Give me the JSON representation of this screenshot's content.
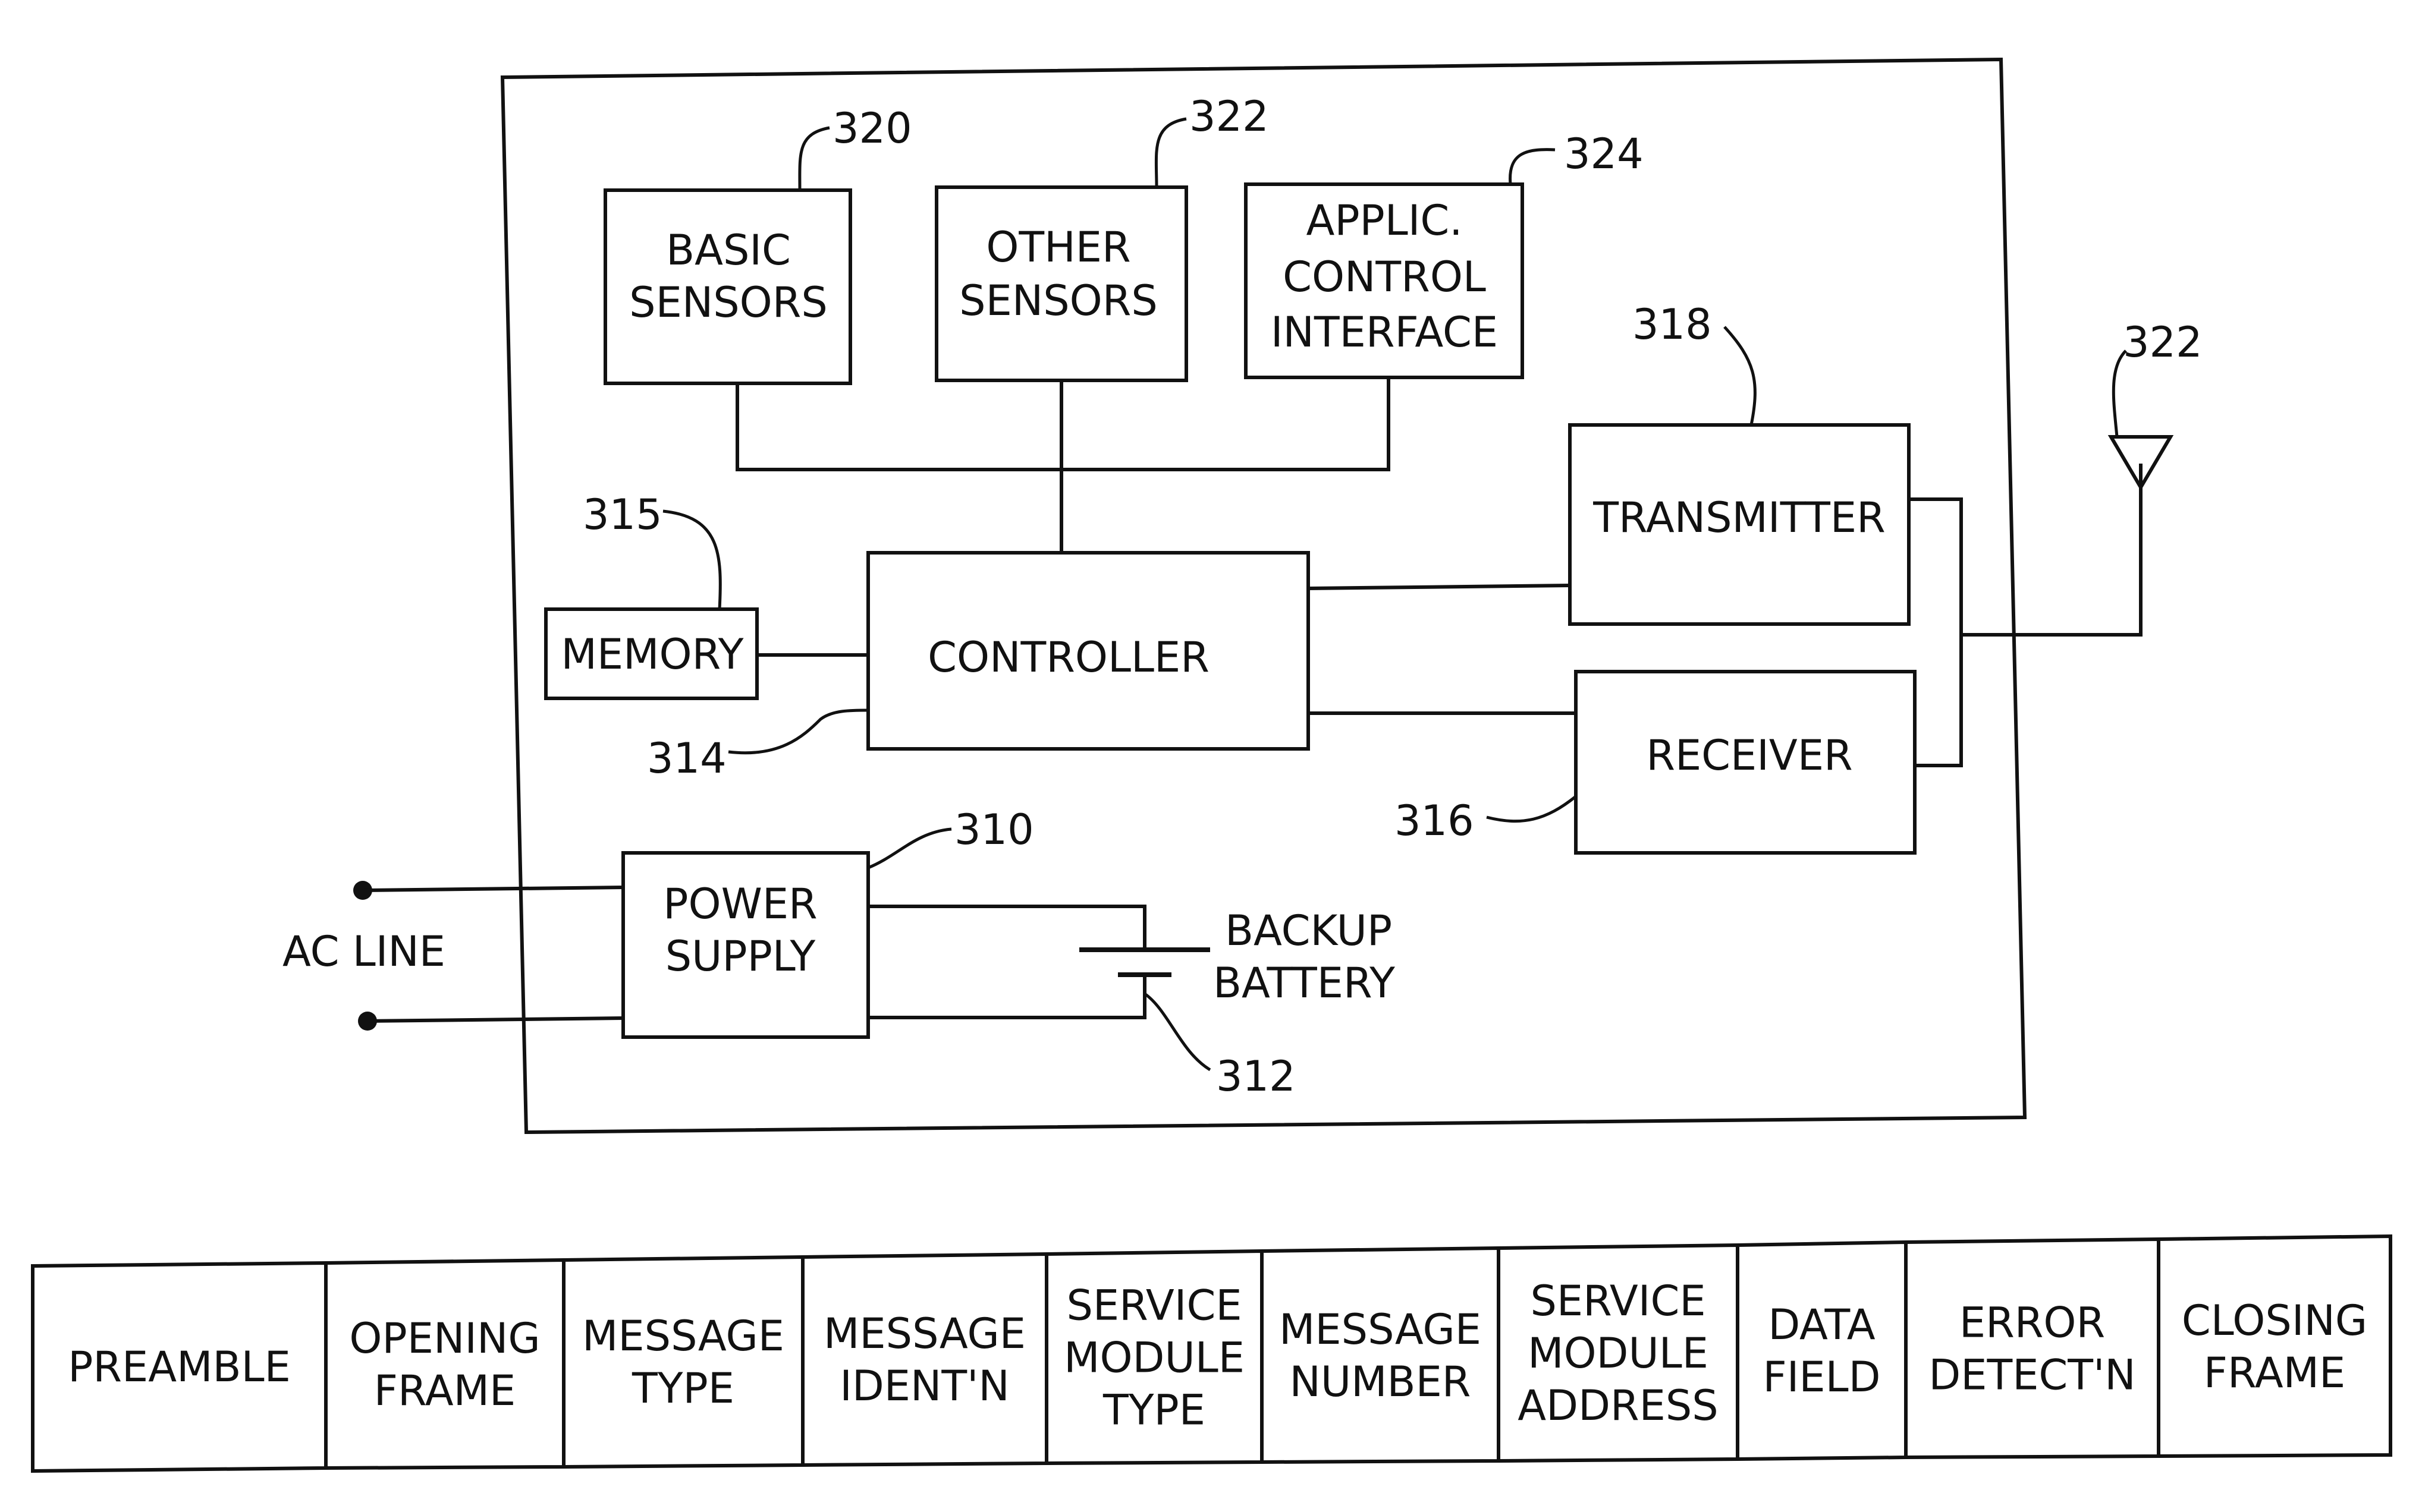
{
  "blocks": {
    "basic_sensors": [
      "BASIC",
      "SENSORS"
    ],
    "other_sensors": [
      "OTHER",
      "SENSORS"
    ],
    "applic_control_interface": [
      "APPLIC.",
      "CONTROL",
      "INTERFACE"
    ],
    "transmitter": [
      "TRANSMITTER"
    ],
    "memory": [
      "MEMORY"
    ],
    "controller": [
      "CONTROLLER"
    ],
    "receiver": [
      "RECEIVER"
    ],
    "power_supply": [
      "POWER",
      "SUPPLY"
    ]
  },
  "labels": {
    "ac_line": "AC LINE",
    "backup_battery": [
      "BACKUP",
      "BATTERY"
    ]
  },
  "refs": {
    "basic_sensors": "320",
    "other_sensors": "322",
    "applic_control_interface": "324",
    "transmitter": "318",
    "antenna": "322",
    "memory": "315",
    "controller": "314",
    "receiver": "316",
    "power_supply": "310",
    "battery": "312"
  },
  "message_frame": [
    [
      "PREAMBLE"
    ],
    [
      "OPENING",
      "FRAME"
    ],
    [
      "MESSAGE",
      "TYPE"
    ],
    [
      "MESSAGE",
      "IDENT'N"
    ],
    [
      "SERVICE",
      "MODULE",
      "TYPE"
    ],
    [
      "MESSAGE",
      "NUMBER"
    ],
    [
      "SERVICE",
      "MODULE",
      "ADDRESS"
    ],
    [
      "DATA",
      "FIELD"
    ],
    [
      "ERROR",
      "DETECT'N"
    ],
    [
      "CLOSING",
      "FRAME"
    ]
  ]
}
